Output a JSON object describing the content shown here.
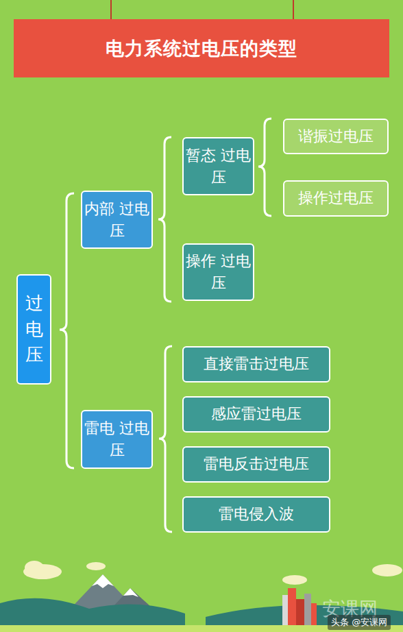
{
  "diagram": {
    "title": "电力系统过电压的类型",
    "nodes": [
      {
        "text": [
          "过 电 压"
        ]
      },
      {
        "text": [
          "内部 过电压"
        ]
      },
      {
        "text": [
          "暂态 过电压"
        ]
      },
      {
        "text": [
          "谐振过电压"
        ]
      },
      {
        "text": [
          "操作过电压"
        ]
      },
      {
        "text": [
          "操作 过电压"
        ]
      },
      {
        "text": [
          "雷电 过电压"
        ]
      },
      {
        "text": [
          "直接雷击过电压"
        ]
      },
      {
        "text": [
          "感应雷过电压"
        ]
      },
      {
        "text": [
          "雷电反击过电压"
        ]
      },
      {
        "text": [
          "雷电侵入波"
        ]
      }
    ],
    "labels": [
      "安课网",
      "头条 @安课网"
    ]
  }
}
